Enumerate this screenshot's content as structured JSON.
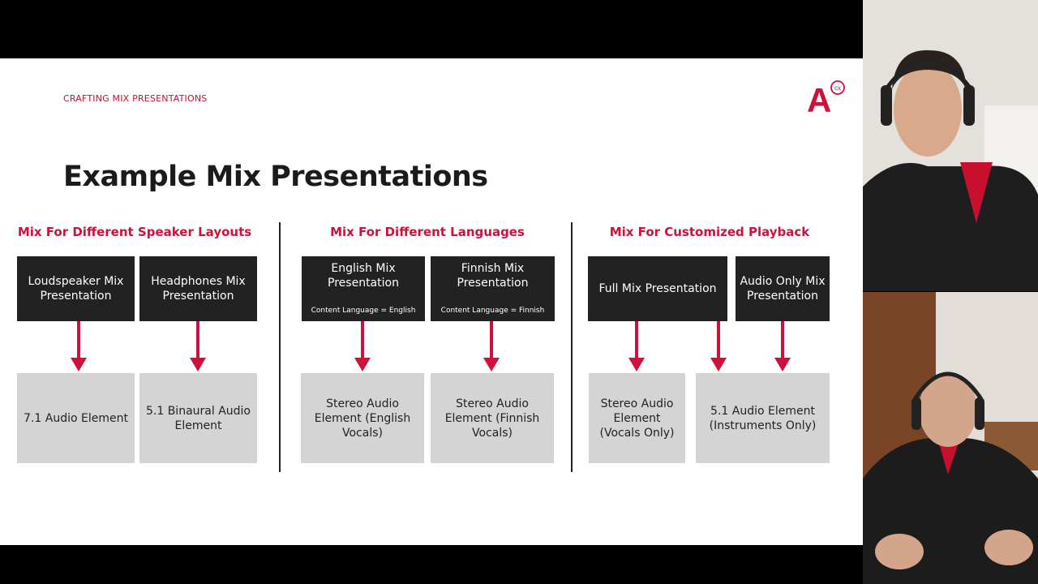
{
  "slide": {
    "section_tag": "CRAFTING MIX PRESENTATIONS",
    "title": "Example Mix Presentations",
    "logo_letter": "A",
    "logo_badge": "cx"
  },
  "columns": [
    {
      "heading": "Mix For Different Speaker Layouts",
      "presentations": [
        {
          "label": "Loudspeaker Mix Presentation",
          "sub": ""
        },
        {
          "label": "Headphones Mix Presentation",
          "sub": ""
        }
      ],
      "elements": [
        "7.1 Audio Element",
        "5.1 Binaural Audio Element"
      ]
    },
    {
      "heading": "Mix For Different Languages",
      "presentations": [
        {
          "label": "English Mix Presentation",
          "sub": "Content Language = English"
        },
        {
          "label": "Finnish Mix Presentation",
          "sub": "Content Language = Finnish"
        }
      ],
      "elements": [
        "Stereo Audio Element (English Vocals)",
        "Stereo Audio Element (Finnish Vocals)"
      ]
    },
    {
      "heading": "Mix For Customized Playback",
      "presentations": [
        {
          "label": "Full Mix Presentation",
          "sub": ""
        },
        {
          "label": "Audio Only Mix Presentation",
          "sub": ""
        }
      ],
      "elements": [
        "Stereo Audio Element (Vocals Only)",
        "5.1 Audio Element (Instruments Only)"
      ]
    }
  ],
  "colors": {
    "accent": "#d0103a",
    "dark_box": "#222222",
    "light_box": "#d4d4d4"
  }
}
